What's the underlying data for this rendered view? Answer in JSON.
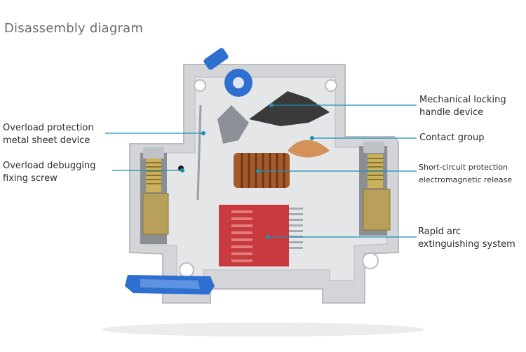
{
  "title": "Disassembly diagram",
  "colors": {
    "leader_line": "#1f8fb4",
    "housing": "#d3d5d8",
    "arc_chute": "#c83a3e",
    "handle_blue": "#2f6fd0",
    "copper_coil": "#a45a2a",
    "brass_terminal": "#c9b25a"
  },
  "labels": {
    "overload_metal_sheet": {
      "line1": "Overload protection",
      "line2": "metal sheet device"
    },
    "overload_screw": {
      "line1": "Overload debugging",
      "line2": "fixing screw"
    },
    "mechanical_locking": {
      "line1": "Mechanical locking",
      "line2": "handle device"
    },
    "contact_group": {
      "line1": "Contact group"
    },
    "short_circuit": {
      "line1": "Short-circuit protection",
      "line2": "electromagnetic release"
    },
    "arc_extinguishing": {
      "line1": "Rapid arc",
      "line2": "extinguishing system"
    }
  }
}
